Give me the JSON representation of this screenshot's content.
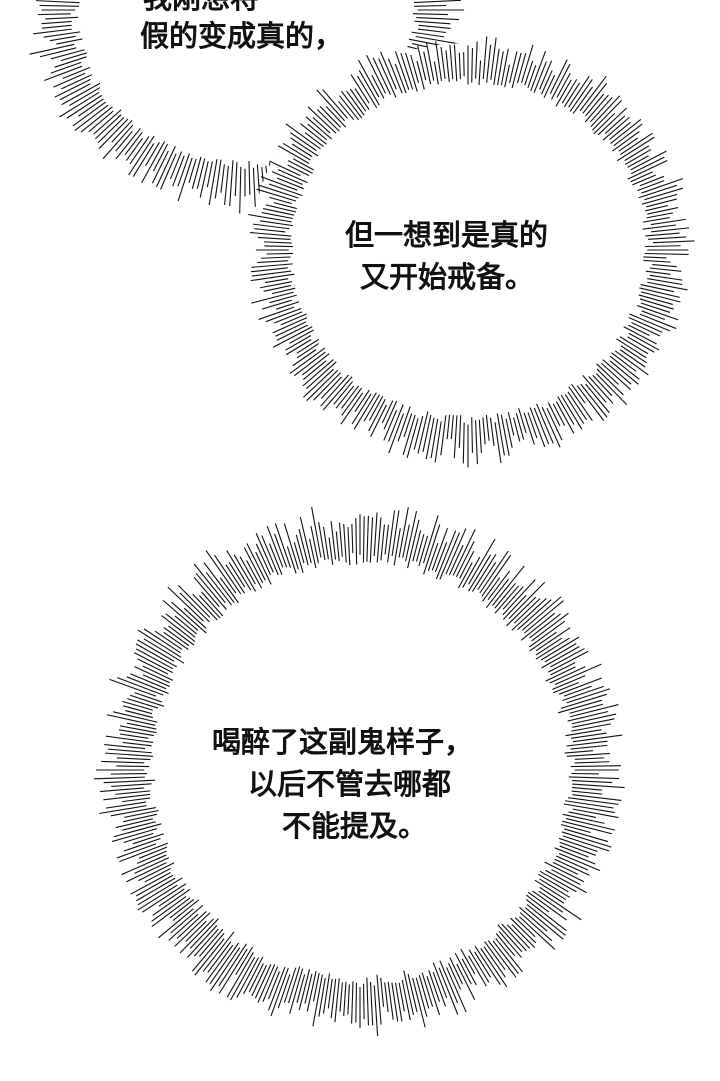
{
  "bubbles": [
    {
      "lines": [
        "我刚想将",
        "假的变成真的，"
      ]
    },
    {
      "lines": [
        "但一想到是真的",
        "又开始戒备。"
      ]
    },
    {
      "lines": [
        "喝醉了这副鬼样子，",
        "以后不管去哪都",
        "不能提及。"
      ]
    }
  ],
  "colors": {
    "ink": "#111111",
    "background": "#ffffff"
  }
}
